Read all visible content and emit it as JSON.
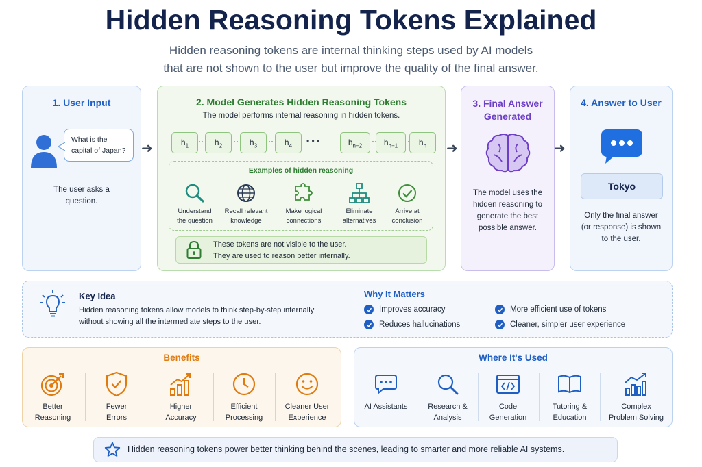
{
  "header": {
    "title": "Hidden Reasoning Tokens Explained",
    "subtitle_line1": "Hidden reasoning tokens are internal thinking steps used by AI models",
    "subtitle_line2": "that are not shown to the user but improve the quality of the final answer."
  },
  "step1": {
    "title": "1. User Input",
    "bubble_line1": "What is the",
    "bubble_line2": "capital of Japan?",
    "desc_line1": "The user asks a",
    "desc_line2": "question."
  },
  "step2": {
    "title": "2. Model Generates Hidden Reasoning Tokens",
    "desc": "The model performs internal reasoning in hidden tokens.",
    "tokens": [
      {
        "base": "h",
        "sub": "1"
      },
      {
        "base": "h",
        "sub": "2"
      },
      {
        "base": "h",
        "sub": "3"
      },
      {
        "base": "h",
        "sub": "4"
      },
      {
        "base": "h",
        "sub": "n−2"
      },
      {
        "base": "h",
        "sub": "n−1"
      },
      {
        "base": "h",
        "sub": "n"
      }
    ],
    "token_sep": "··",
    "ellipsis": "• • •",
    "examples_title": "Examples of hidden reasoning",
    "examples": [
      {
        "line1": "Understand",
        "line2": "the question",
        "icon": "magnifier-icon"
      },
      {
        "line1": "Recall relevant",
        "line2": "knowledge",
        "icon": "globe-icon"
      },
      {
        "line1": "Make logical",
        "line2": "connections",
        "icon": "puzzle-icon"
      },
      {
        "line1": "Eliminate",
        "line2": "alternatives",
        "icon": "hierarchy-icon"
      },
      {
        "line1": "Arrive at",
        "line2": "conclusion",
        "icon": "check-circle-icon"
      }
    ],
    "note_line1": "These tokens are not visible to the user.",
    "note_line2": "They are used to reason better internally."
  },
  "step3": {
    "title_line1": "3. Final Answer",
    "title_line2": "Generated",
    "desc_line1": "The model uses the",
    "desc_line2": "hidden reasoning to",
    "desc_line3": "generate the best",
    "desc_line4": "possible answer."
  },
  "step4": {
    "title": "4. Answer to User",
    "answer": "Tokyo",
    "desc_line1": "Only the final answer",
    "desc_line2": "(or response) is shown",
    "desc_line3": "to the user."
  },
  "key_idea": {
    "title": "Key Idea",
    "line1": "Hidden reasoning tokens allow models to think step-by-step internally",
    "line2": "without showing all the intermediate steps to the user."
  },
  "why": {
    "title": "Why It Matters",
    "items": [
      "Improves accuracy",
      "More efficient use of tokens",
      "Reduces hallucinations",
      "Cleaner, simpler user experience"
    ]
  },
  "benefits": {
    "title": "Benefits",
    "items": [
      {
        "line1": "Better",
        "line2": "Reasoning"
      },
      {
        "line1": "Fewer",
        "line2": "Errors"
      },
      {
        "line1": "Higher",
        "line2": "Accuracy"
      },
      {
        "line1": "Efficient",
        "line2": "Processing"
      },
      {
        "line1": "Cleaner User",
        "line2": "Experience"
      }
    ]
  },
  "used": {
    "title": "Where It's Used",
    "items": [
      {
        "line1": "AI Assistants",
        "line2": ""
      },
      {
        "line1": "Research &",
        "line2": "Analysis"
      },
      {
        "line1": "Code",
        "line2": "Generation"
      },
      {
        "line1": "Tutoring &",
        "line2": "Education"
      },
      {
        "line1": "Complex",
        "line2": "Problem Solving"
      }
    ]
  },
  "footer": {
    "text": "Hidden reasoning tokens power better thinking behind the scenes, leading to smarter and more reliable AI systems."
  },
  "colors": {
    "navy": "#14234b",
    "blue": "#1f5fc4",
    "green": "#2e7d32",
    "purple": "#6d3fc6",
    "orange": "#e07b0f"
  }
}
